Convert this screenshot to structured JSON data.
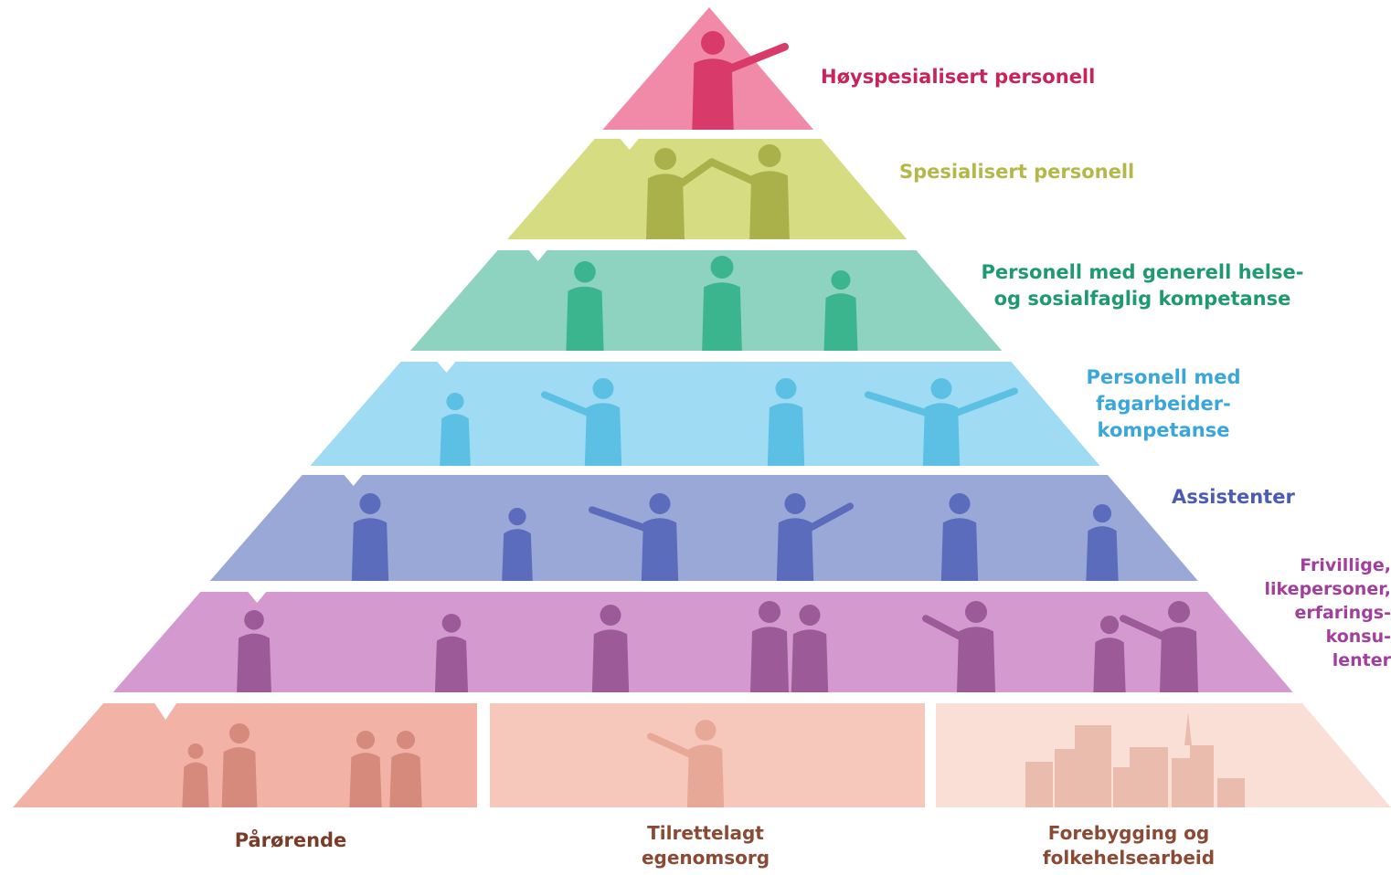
{
  "pyramid": {
    "tiers": [
      {
        "label": "Høyspesialisert personell",
        "color": "#f08aa8",
        "figure_color": "#d83a6a",
        "text_color": "#c8245a"
      },
      {
        "label": "Spesialisert personell",
        "color": "#d5dc82",
        "figure_color": "#aab04a",
        "text_color": "#b4b84a"
      },
      {
        "label_lines": [
          "Personell med generell helse-",
          "og sosialfaglig kompetanse"
        ],
        "color": "#8dd3c0",
        "figure_color": "#3bb58d",
        "text_color": "#1e9a6e"
      },
      {
        "label_lines": [
          "Personell med",
          "fagarbeider-",
          "kompetanse"
        ],
        "color": "#9fdcf4",
        "figure_color": "#5cc0e4",
        "text_color": "#3ba6da"
      },
      {
        "label": "Assistenter",
        "color": "#9aa8d8",
        "figure_color": "#5a6cbb",
        "text_color": "#4a5cb4"
      },
      {
        "label_lines": [
          "Frivillige,",
          "likepersoner,",
          "erfarings-",
          "konsu-",
          "lenter"
        ],
        "color": "#d49ad0",
        "figure_color": "#9c5a98",
        "text_color": "#a23e9c"
      }
    ],
    "base": {
      "segments": [
        {
          "label": "Pårørende",
          "color": "#f3b2a6",
          "figure_color": "#d58a7c"
        },
        {
          "label_lines": [
            "Tilrettelagt",
            "egenomsorg"
          ],
          "color": "#f6c8bc",
          "figure_color": "#e8a898"
        },
        {
          "label_lines": [
            "Forebygging og",
            "folkehelsearbeid"
          ],
          "color": "#f9dfd6",
          "figure_color": "#e9bcae"
        }
      ]
    }
  }
}
